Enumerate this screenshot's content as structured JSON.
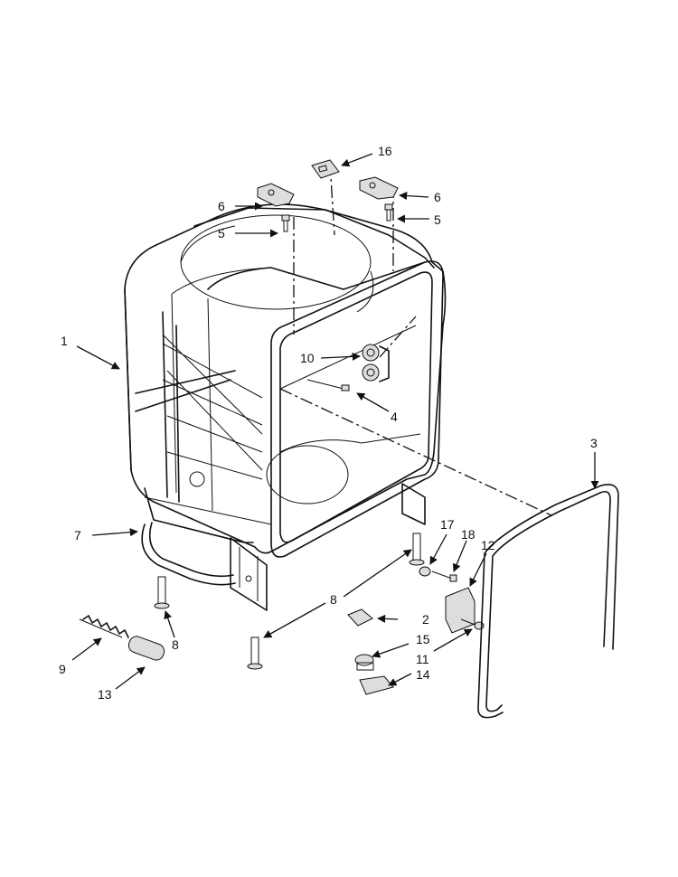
{
  "diagram": {
    "callouts": [
      {
        "id": "c1",
        "label": "1"
      },
      {
        "id": "c2",
        "label": "2"
      },
      {
        "id": "c3",
        "label": "3"
      },
      {
        "id": "c4",
        "label": "4"
      },
      {
        "id": "c5a",
        "label": "5"
      },
      {
        "id": "c5b",
        "label": "5"
      },
      {
        "id": "c6a",
        "label": "6"
      },
      {
        "id": "c6b",
        "label": "6"
      },
      {
        "id": "c7",
        "label": "7"
      },
      {
        "id": "c8a",
        "label": "8"
      },
      {
        "id": "c8b",
        "label": "8"
      },
      {
        "id": "c9",
        "label": "9"
      },
      {
        "id": "c10",
        "label": "10"
      },
      {
        "id": "c11",
        "label": "11"
      },
      {
        "id": "c12",
        "label": "12"
      },
      {
        "id": "c13",
        "label": "13"
      },
      {
        "id": "c14",
        "label": "14"
      },
      {
        "id": "c15",
        "label": "15"
      },
      {
        "id": "c16",
        "label": "16"
      },
      {
        "id": "c17",
        "label": "17"
      },
      {
        "id": "c18",
        "label": "18"
      }
    ]
  }
}
